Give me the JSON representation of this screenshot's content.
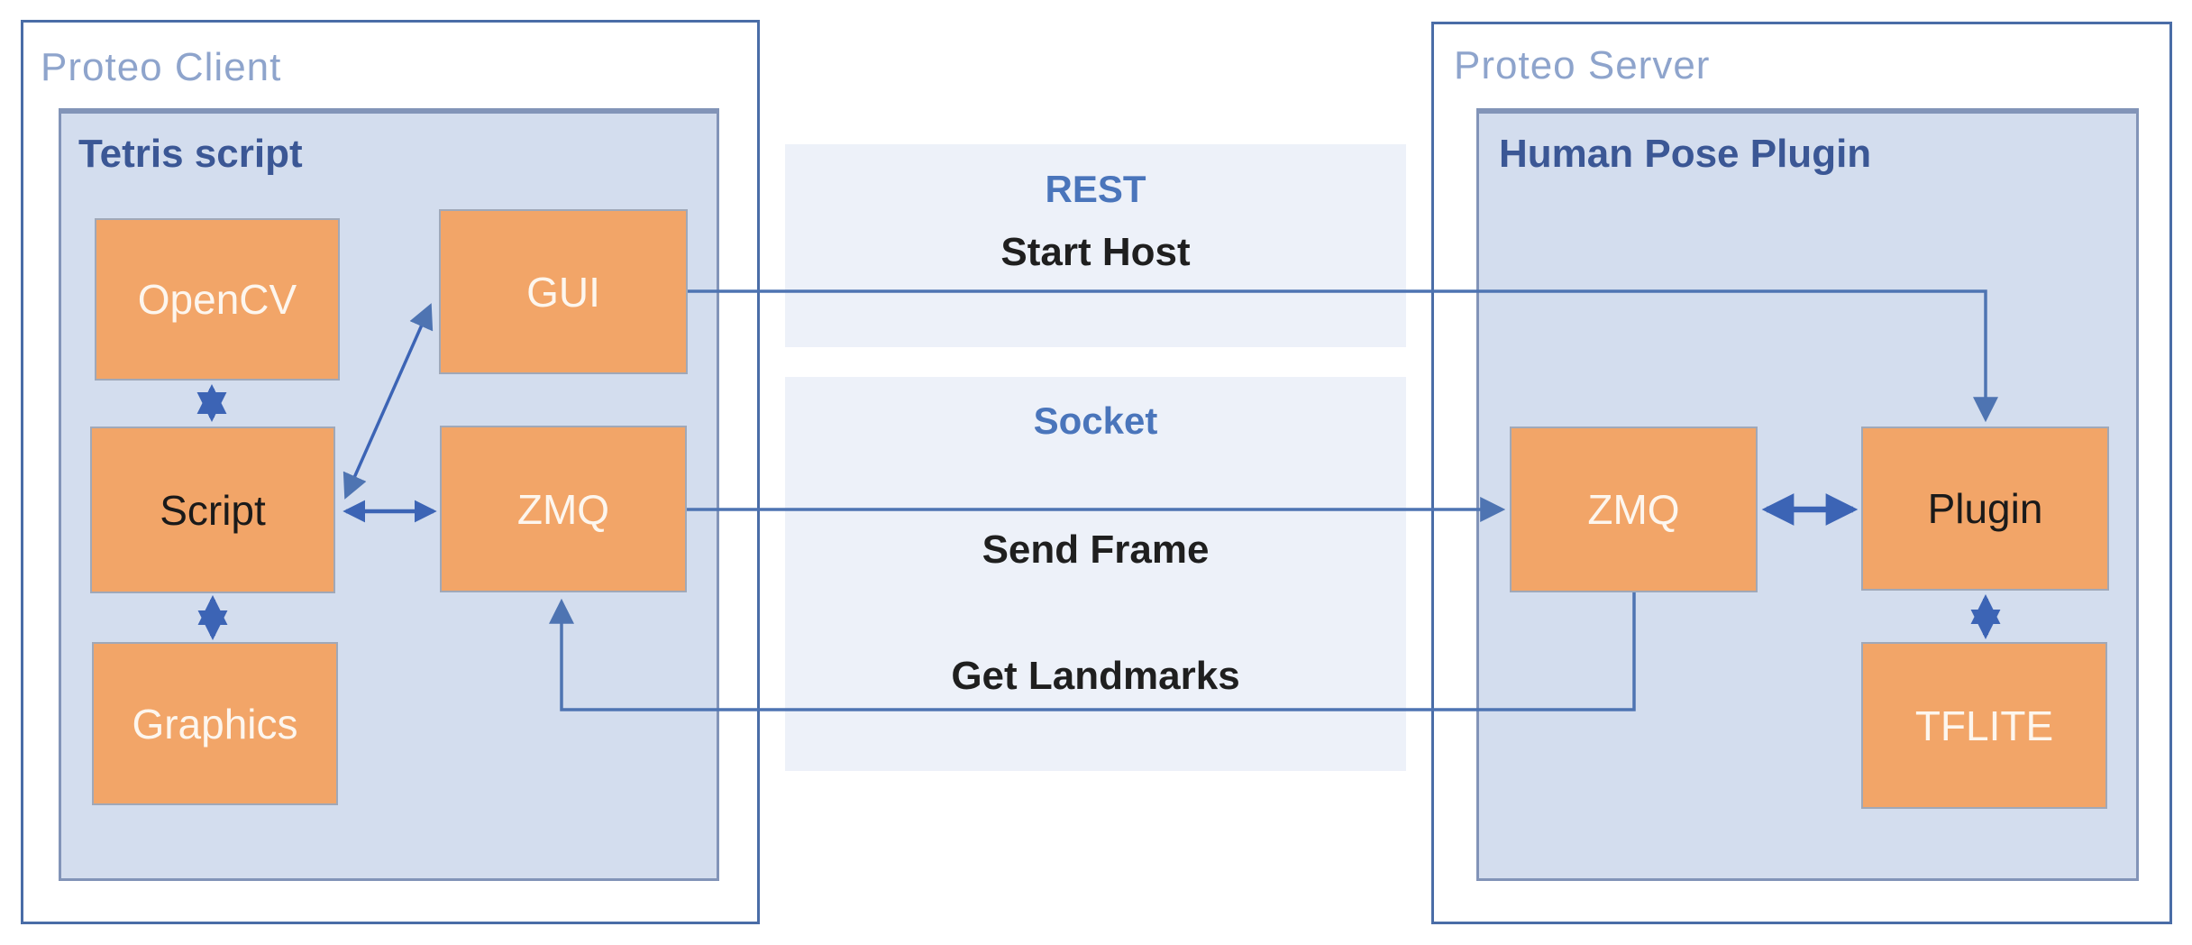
{
  "client": {
    "title": "Proteo Client",
    "inner_title": "Tetris script",
    "boxes": {
      "opencv": "OpenCV",
      "script": "Script",
      "graphics": "Graphics",
      "gui": "GUI",
      "zmq": "ZMQ"
    }
  },
  "server": {
    "title": "Proteo Server",
    "inner_title": "Human Pose Plugin",
    "boxes": {
      "zmq": "ZMQ",
      "plugin": "Plugin",
      "tflite": "TFLITE"
    }
  },
  "channels": {
    "rest": {
      "protocol": "REST",
      "messages": [
        "Start Host"
      ]
    },
    "socket": {
      "protocol": "Socket",
      "messages": [
        "Send Frame",
        "Get Landmarks"
      ]
    }
  },
  "colors": {
    "outer_border": "#4a6da7",
    "inner_fill": "#d3ddee",
    "inner_border": "#8294b8",
    "box_fill": "#f2a568",
    "box_border": "#a0a8b8",
    "band_fill": "#edf1f9",
    "connector": "#4e74b2",
    "double_arrow": "#3c64b5",
    "title_light": "#8ea4cc",
    "title_dark": "#3b5795",
    "protocol_blue": "#4a75bb",
    "message_dark": "#1f1f1f",
    "label_light": "#fdf6ee",
    "label_dark": "#1a1a1a"
  }
}
